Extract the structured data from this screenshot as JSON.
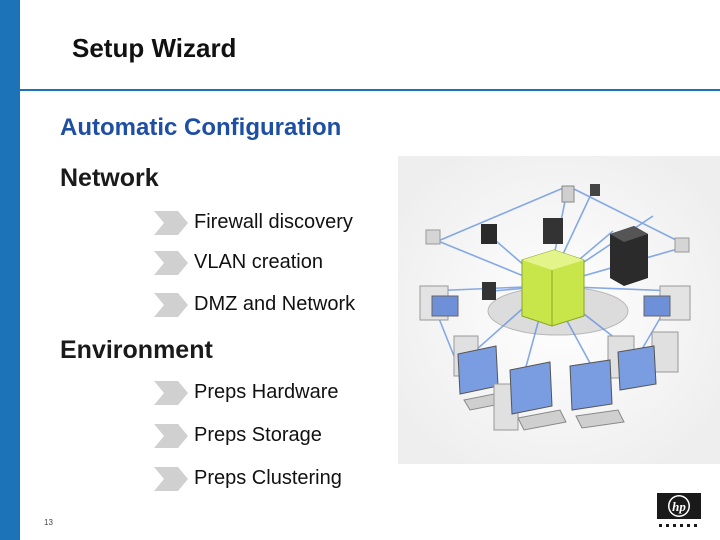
{
  "slide": {
    "title": "Setup Wizard",
    "subtitle": "Automatic Configuration",
    "sections": [
      {
        "heading": "Network",
        "items": [
          "Firewall discovery",
          "VLAN creation",
          "DMZ and Network"
        ]
      },
      {
        "heading": "Environment",
        "items": [
          "Preps Hardware",
          "Preps Storage",
          "Preps Clustering"
        ]
      }
    ],
    "page_number": "13",
    "logo": {
      "mark": "hp",
      "tagline": "INVENT"
    }
  },
  "colors": {
    "accent_bar": "#1d73b8",
    "subtitle": "#1e4fa3",
    "center_server": "#c8e64a",
    "bullet_arrow": "#d0d0d0"
  },
  "icons": {
    "bullet": "gray-chevron-arrow",
    "illustration": "network-diagram-icon",
    "logo": "hp-logo-icon"
  }
}
